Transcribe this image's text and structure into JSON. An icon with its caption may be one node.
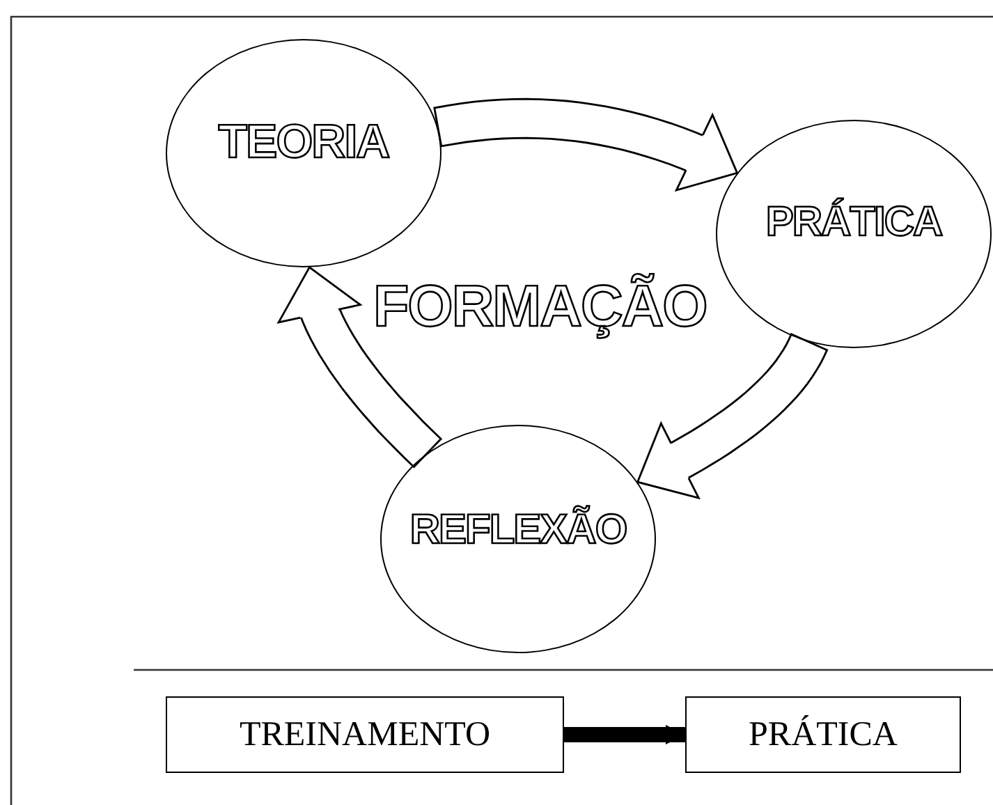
{
  "diagram": {
    "nodes": [
      {
        "text": [
          "TEORIA"
        ]
      },
      {
        "text": [
          "PRÁTICA"
        ]
      },
      {
        "text": [
          "REFLEXÃO"
        ]
      },
      {
        "text": [
          "TREINAMENTO"
        ]
      },
      {
        "text": [
          "PRÁTICA"
        ]
      }
    ],
    "edges": [
      {
        "from": 0,
        "to": 1,
        "arrow": "to"
      },
      {
        "from": 1,
        "to": 2,
        "arrow": "to"
      },
      {
        "from": 2,
        "to": 0,
        "arrow": "to"
      },
      {
        "from": 3,
        "to": 4,
        "arrow": "to",
        "style": "thick"
      }
    ],
    "labels": [
      "FORMAÇÃO"
    ]
  }
}
